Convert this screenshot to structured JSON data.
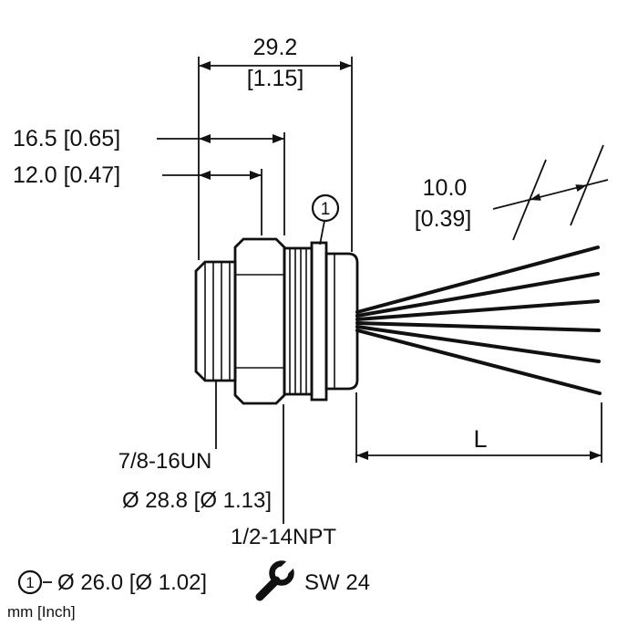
{
  "drawing": {
    "dims": {
      "overall_width": {
        "mm": "29.2",
        "inch": "[1.15]"
      },
      "dim_a": "16.5 [0.65]",
      "dim_b": "12.0 [0.47]",
      "wire_strip": {
        "mm": "10.0",
        "inch": "[0.39]"
      },
      "cable_length": "L"
    },
    "labels": {
      "front_thread": "7/8-16UN",
      "front_thread_diameter": "Ø 28.8 [Ø 1.13]",
      "rear_thread": "1/2-14NPT"
    },
    "callout": {
      "number": "1"
    },
    "legend": {
      "number": "1",
      "gasket_diameter": "Ø 26.0 [Ø 1.02]",
      "wrench_size": "SW 24",
      "units_note": "mm [Inch]"
    },
    "colors": {
      "ink": "#111111",
      "background": "#ffffff"
    }
  }
}
